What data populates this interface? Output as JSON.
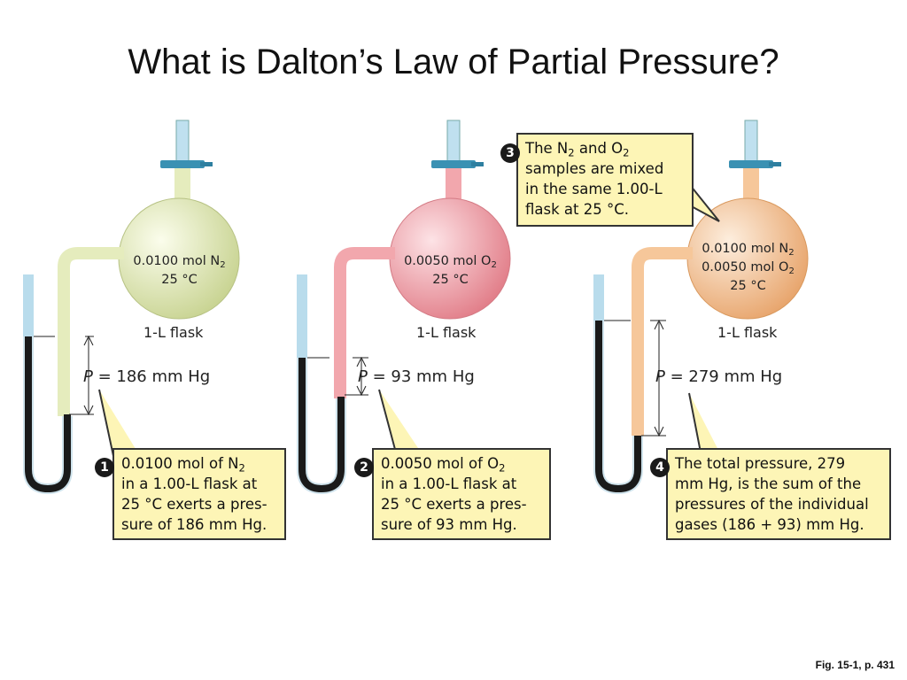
{
  "title": "What is Dalton’s Law of Partial Pressure?",
  "footer": "Fig. 15-1, p. 431",
  "flask_label": "1-L flask",
  "pressure_symbol": "P",
  "units": {
    "temp": "25 °C"
  },
  "panels": [
    {
      "contents": [
        {
          "amount": "0.0100 mol N",
          "sub": "2"
        }
      ],
      "pressure": "= 186 mm Hg",
      "pressure_mmHg": 186,
      "color": "#e5ecbd"
    },
    {
      "contents": [
        {
          "amount": "0.0050 mol O",
          "sub": "2"
        }
      ],
      "pressure": "= 93 mm Hg",
      "pressure_mmHg": 93,
      "color": "#f2a7ad"
    },
    {
      "contents": [
        {
          "amount": "0.0100 mol N",
          "sub": "2"
        },
        {
          "amount": "0.0050 mol O",
          "sub": "2"
        }
      ],
      "pressure": "= 279 mm Hg",
      "pressure_mmHg": 279,
      "color": "#f6c79a"
    }
  ],
  "callouts": [
    {
      "number": "1",
      "lines": [
        "0.0100 mol of N",
        "in a 1.00-L flask at",
        "25 °C exerts a pres-",
        "sure of 186 mm Hg."
      ],
      "sub": "2"
    },
    {
      "number": "2",
      "lines": [
        "0.0050 mol of O",
        "in a 1.00-L flask at",
        "25 °C exerts a pres-",
        "sure of 93 mm Hg."
      ],
      "sub": "2"
    },
    {
      "number": "3",
      "l1a": "The N",
      "l1b": " and O",
      "sub": "2",
      "lines": [
        "samples are mixed",
        "in the same 1.00-L",
        "flask at 25 °C."
      ]
    },
    {
      "number": "4",
      "lines": [
        "The total pressure, 279",
        "mm Hg, is the sum of the",
        "pressures of the individual",
        "gases (186 + 93) mm Hg."
      ]
    }
  ]
}
